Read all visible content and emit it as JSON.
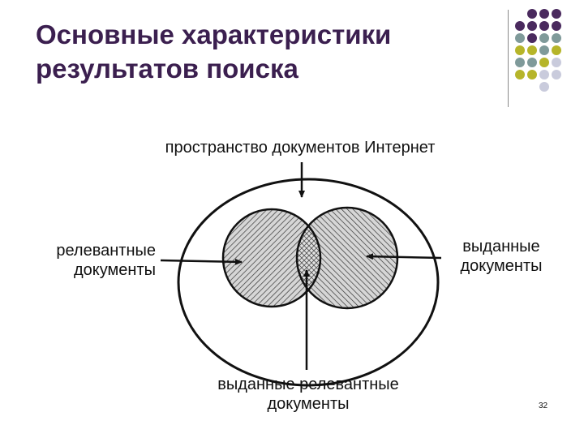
{
  "title": {
    "line1": "Основные характеристики",
    "line2": "результатов поиска"
  },
  "diagram": {
    "space_label": "пространство документов Интернет",
    "relevant_label": {
      "line1": "релевантные",
      "line2": "документы"
    },
    "issued_label": {
      "line1": "выданные",
      "line2": "документы"
    },
    "intersection_label": {
      "line1": "выданные релевантные",
      "line2": "документы"
    }
  },
  "decor": {
    "dot_colors": {
      "purple": "#4a2a5e",
      "gray": "#7f9a9a",
      "olive": "#b6b52a",
      "light": "#c9cbdc"
    }
  },
  "page_number": "32"
}
